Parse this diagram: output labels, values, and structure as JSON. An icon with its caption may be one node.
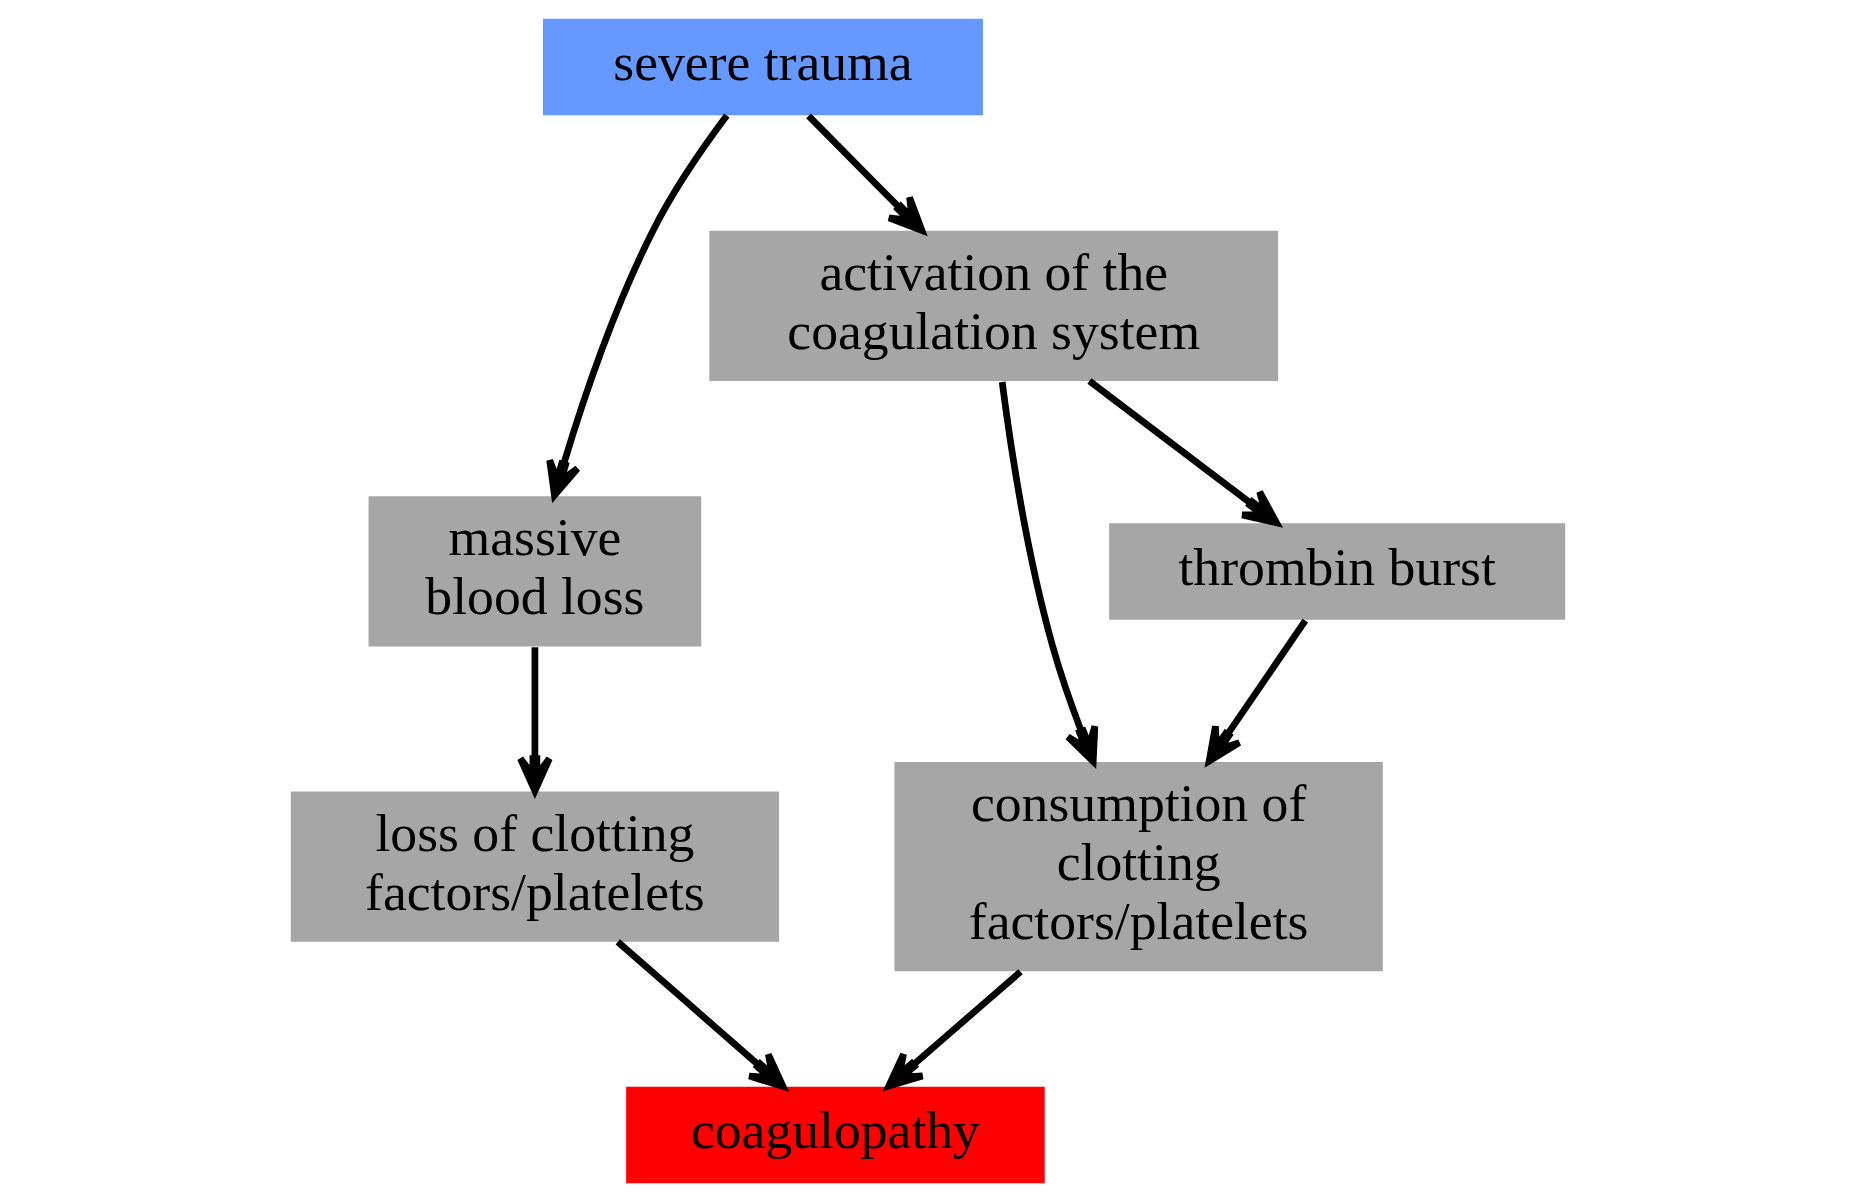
{
  "diagram": {
    "nodes": [
      {
        "text": [
          "severe trauma"
        ]
      },
      {
        "text": [
          "massive blood loss"
        ]
      },
      {
        "text": [
          "activation of the coagulation system"
        ]
      },
      {
        "text": [
          "loss of clotting factors/platelets"
        ]
      },
      {
        "text": [
          "consumption of clotting factors/platelets"
        ]
      },
      {
        "text": [
          "thrombin burst"
        ]
      },
      {
        "text": [
          "coagulopathy"
        ]
      }
    ],
    "edges": [
      {
        "from": 0,
        "to": 1,
        "arrow": "to"
      },
      {
        "from": 0,
        "to": 2,
        "arrow": "to"
      },
      {
        "from": 1,
        "to": 3,
        "arrow": "to"
      },
      {
        "from": 2,
        "to": 4,
        "arrow": "to"
      },
      {
        "from": 2,
        "to": 5,
        "arrow": "to"
      },
      {
        "from": 5,
        "to": 4,
        "arrow": "to"
      },
      {
        "from": 3,
        "to": 6,
        "arrow": "to"
      },
      {
        "from": 4,
        "to": 6,
        "arrow": "to"
      }
    ]
  }
}
